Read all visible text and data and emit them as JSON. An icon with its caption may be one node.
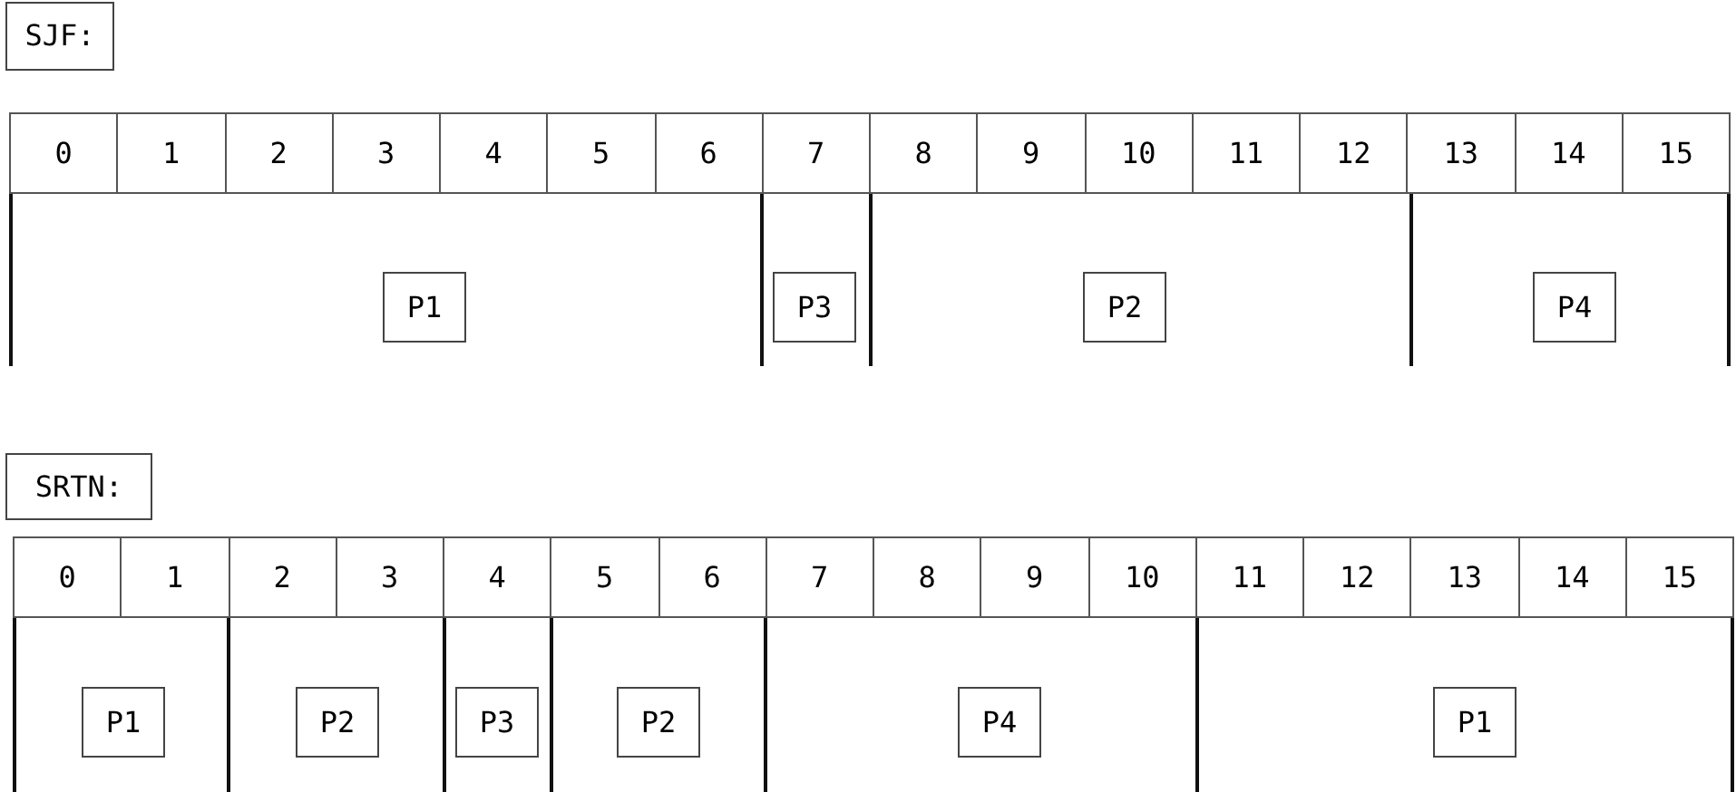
{
  "diagram": {
    "nodes": [
      {
        "text": [
          "SJF:"
        ]
      },
      {
        "text": [
          "0"
        ]
      },
      {
        "text": [
          "1"
        ]
      },
      {
        "text": [
          "2"
        ]
      },
      {
        "text": [
          "3"
        ]
      },
      {
        "text": [
          "4"
        ]
      },
      {
        "text": [
          "5"
        ]
      },
      {
        "text": [
          "6"
        ]
      },
      {
        "text": [
          "7"
        ]
      },
      {
        "text": [
          "8"
        ]
      },
      {
        "text": [
          "9"
        ]
      },
      {
        "text": [
          "10"
        ]
      },
      {
        "text": [
          "11"
        ]
      },
      {
        "text": [
          "12"
        ]
      },
      {
        "text": [
          "13"
        ]
      },
      {
        "text": [
          "14"
        ]
      },
      {
        "text": [
          "15"
        ]
      },
      {
        "text": [
          "P1"
        ]
      },
      {
        "text": [
          "P3"
        ]
      },
      {
        "text": [
          "P2"
        ]
      },
      {
        "text": [
          "P4"
        ]
      },
      {
        "text": [
          "SRTN:"
        ]
      },
      {
        "text": [
          "0"
        ]
      },
      {
        "text": [
          "1"
        ]
      },
      {
        "text": [
          "2"
        ]
      },
      {
        "text": [
          "3"
        ]
      },
      {
        "text": [
          "4"
        ]
      },
      {
        "text": [
          "5"
        ]
      },
      {
        "text": [
          "6"
        ]
      },
      {
        "text": [
          "7"
        ]
      },
      {
        "text": [
          "8"
        ]
      },
      {
        "text": [
          "9"
        ]
      },
      {
        "text": [
          "10"
        ]
      },
      {
        "text": [
          "11"
        ]
      },
      {
        "text": [
          "12"
        ]
      },
      {
        "text": [
          "13"
        ]
      },
      {
        "text": [
          "14"
        ]
      },
      {
        "text": [
          "15"
        ]
      },
      {
        "text": [
          "P1"
        ]
      },
      {
        "text": [
          "P2"
        ]
      },
      {
        "text": [
          "P3"
        ]
      },
      {
        "text": [
          "P2"
        ]
      },
      {
        "text": [
          "P4"
        ]
      },
      {
        "text": [
          "P1"
        ]
      }
    ]
  }
}
